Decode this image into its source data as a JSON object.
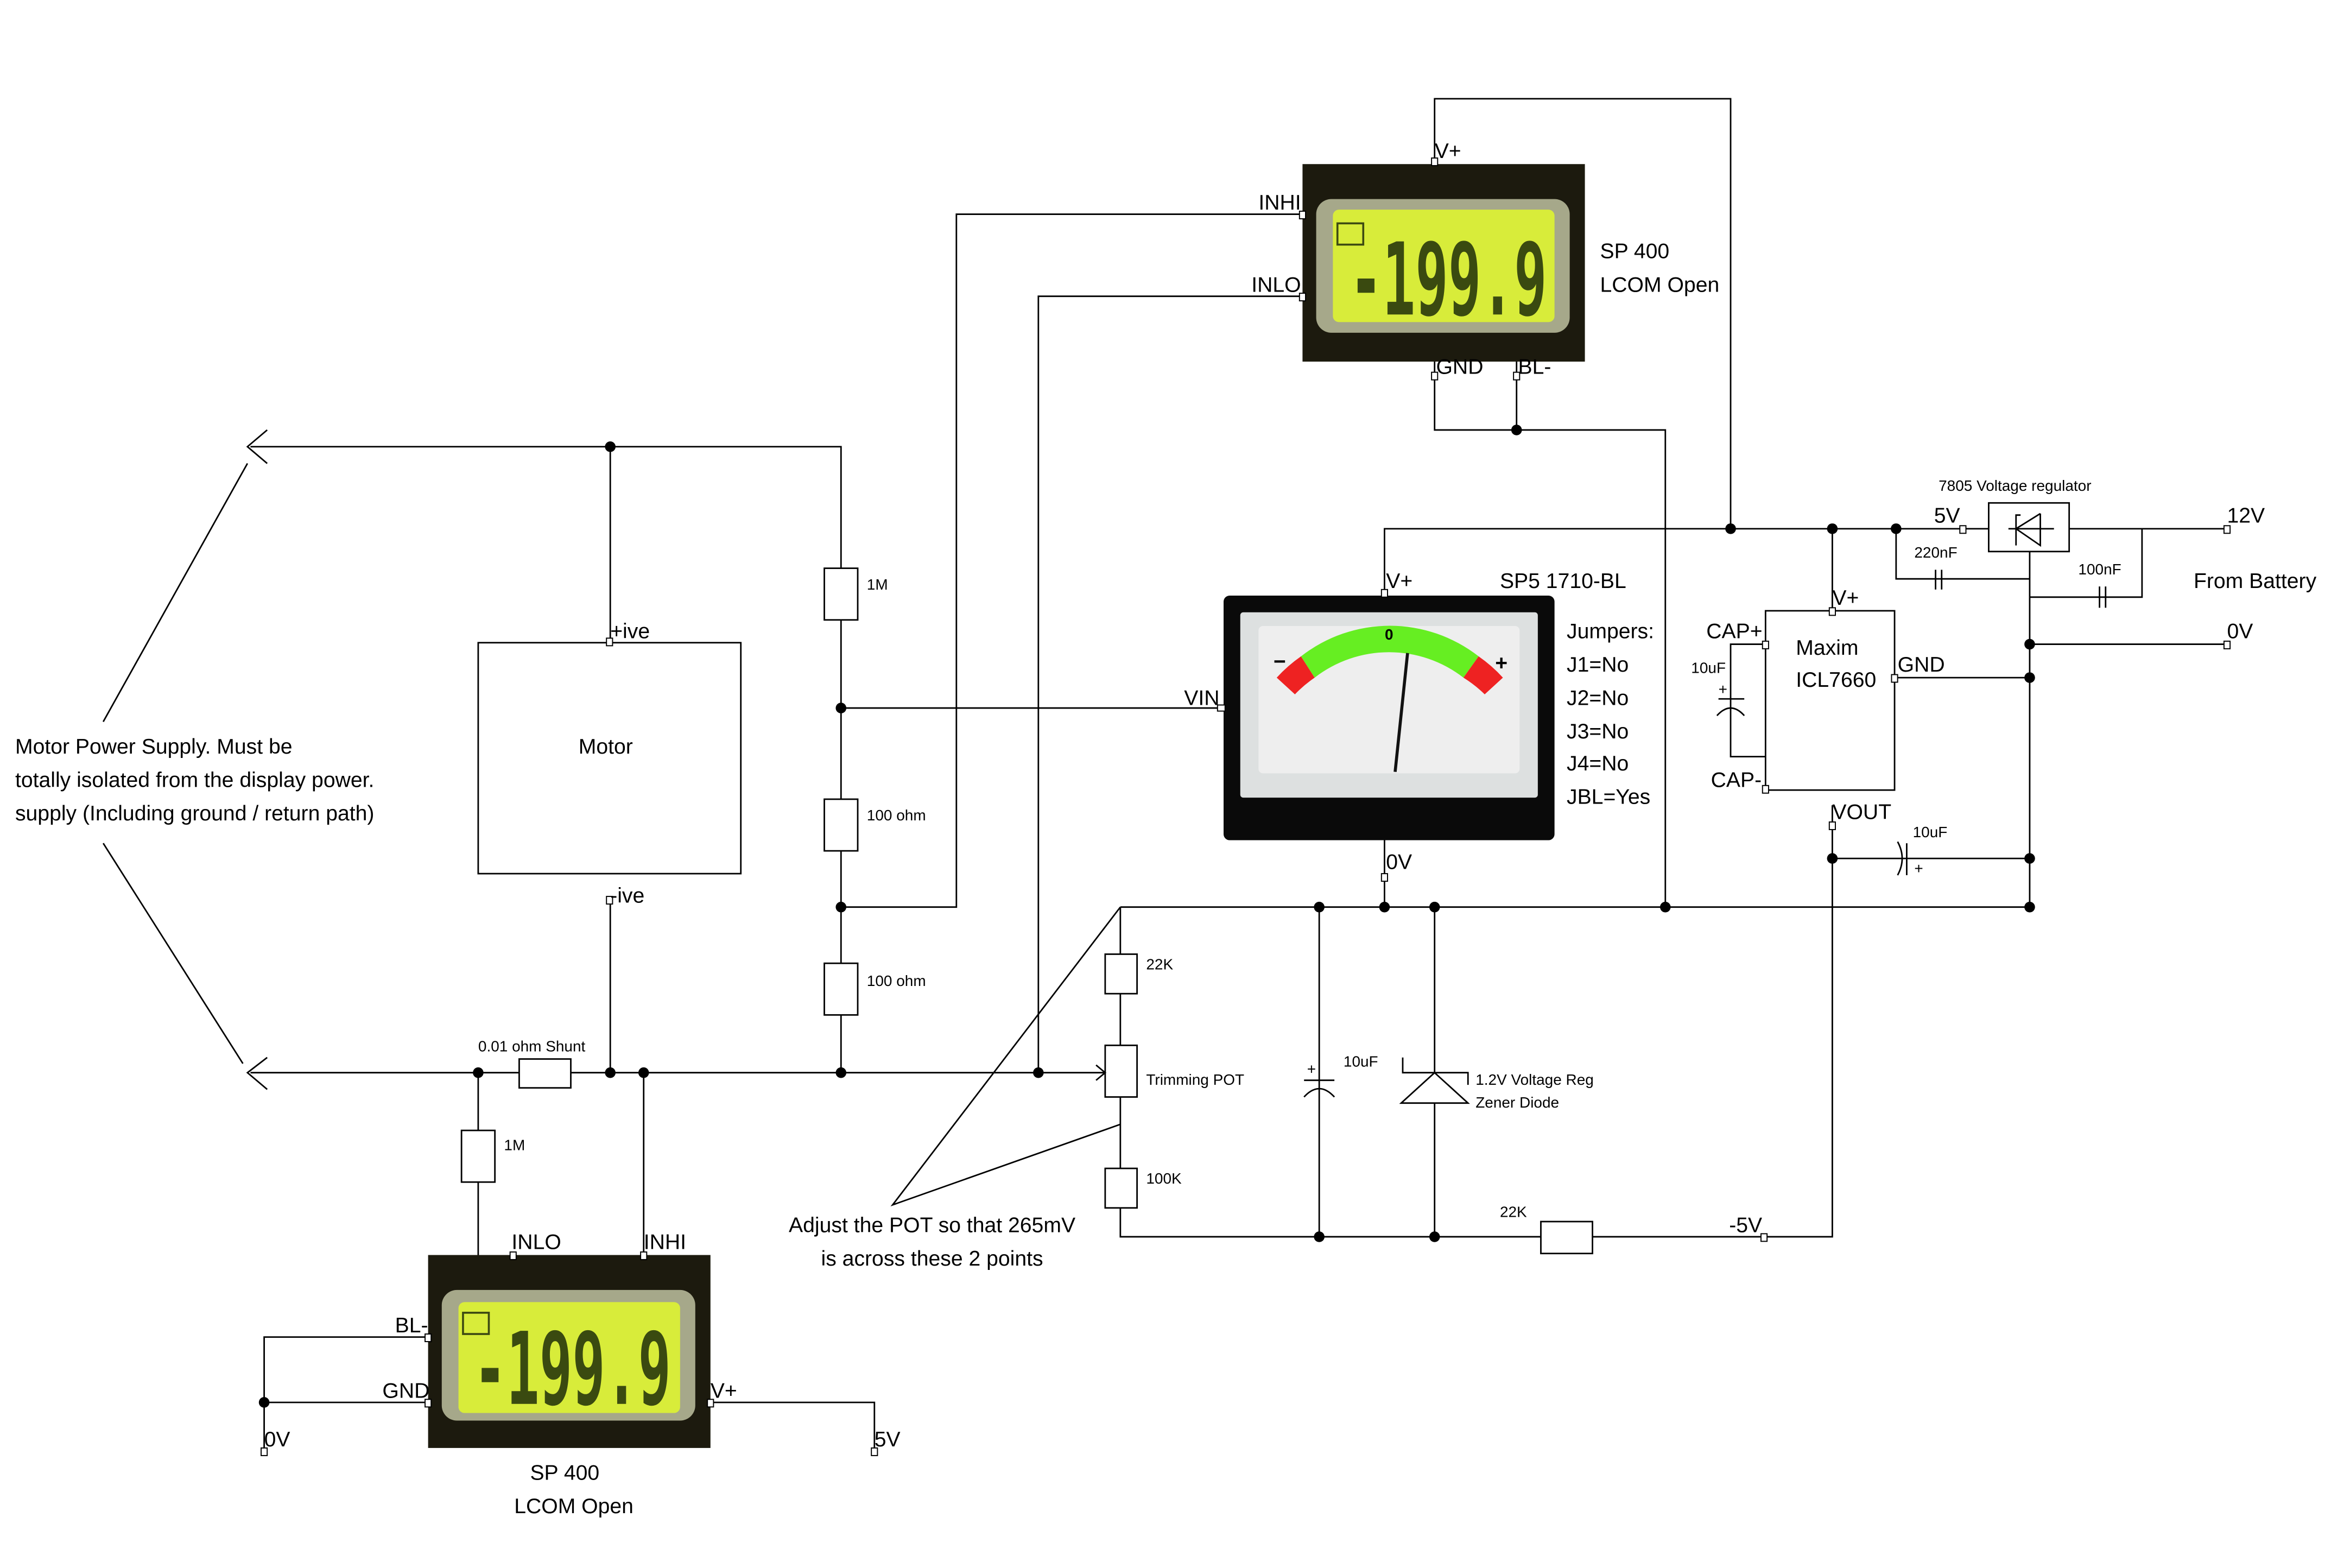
{
  "title": "Motor current / voltage panel meter wiring schematic",
  "colors": {
    "wire": "#000000",
    "lcd_bezel": "#1c1a0e",
    "lcd_frame": "#a6a88a",
    "lcd_glass": "#d8ec3a",
    "lcd_segment": "#3d4a12",
    "meter_body": "#0a0a0a",
    "meter_face": "#eeeeee",
    "meter_green": "#66ee22",
    "meter_red": "#ee2222"
  },
  "lcd_top": {
    "reading": "-199.9",
    "pins": {
      "v_plus": "V+",
      "inhi": "INHI",
      "inlo": "INLO",
      "gnd": "GND",
      "bl_minus": "BL-"
    },
    "label_model": "SP 400",
    "label_config": "LCOM Open"
  },
  "lcd_bottom": {
    "reading": "-199.9",
    "pins": {
      "inlo": "INLO",
      "inhi": "INHI",
      "bl_minus": "BL-",
      "gnd": "GND",
      "v_plus": "V+"
    },
    "label_model": "SP 400",
    "label_config": "LCOM Open",
    "rail_0v": "0V",
    "rail_5v": "5V"
  },
  "analog_meter": {
    "model": "SP5 1710-BL",
    "pins": {
      "v_plus": "V+",
      "vin": "VIN",
      "zero_v": "0V"
    },
    "scale_zero": "0",
    "scale_minus": "−",
    "scale_plus": "+",
    "needle_fraction": 0.58,
    "jumpers_title": "Jumpers:",
    "jumpers": [
      "J1=No",
      "J2=No",
      "J3=No",
      "J4=No",
      "JBL=Yes"
    ]
  },
  "motor": {
    "label": "Motor",
    "pos_pin": "+ive",
    "neg_pin": "-ive",
    "note_lines": [
      "Motor Power Supply.  Must be",
      "totally isolated from the display power.",
      "supply (Including ground / return path)"
    ]
  },
  "divider": {
    "r1": "1M",
    "r2": "100 ohm",
    "r3": "100 ohm",
    "shunt": "0.01 ohm Shunt",
    "r_bottom": "1M"
  },
  "reference": {
    "r_top": "22K",
    "pot": "Trimming POT",
    "r_bottom": "100K",
    "cap": "10uF",
    "zener_line1": "1.2V Voltage Reg",
    "zener_line2": "Zener Diode",
    "r_series": "22K",
    "neg_rail": "-5V",
    "note_line1": "Adjust the POT so that 265mV",
    "note_line2": "is across these 2 points"
  },
  "inverter": {
    "name_line1": "Maxim",
    "name_line2": "ICL7660",
    "pins": {
      "v_plus": "V+",
      "cap_plus": "CAP+",
      "cap_minus": "CAP-",
      "gnd": "GND",
      "vout": "VOUT"
    },
    "cap_pump": "10uF",
    "cap_out": "10uF"
  },
  "regulator": {
    "label": "7805 Voltage regulator",
    "out": "5V",
    "in": "12V",
    "cap_out": "220nF",
    "cap_in": "100nF",
    "source": "From Battery",
    "ground": "0V"
  }
}
